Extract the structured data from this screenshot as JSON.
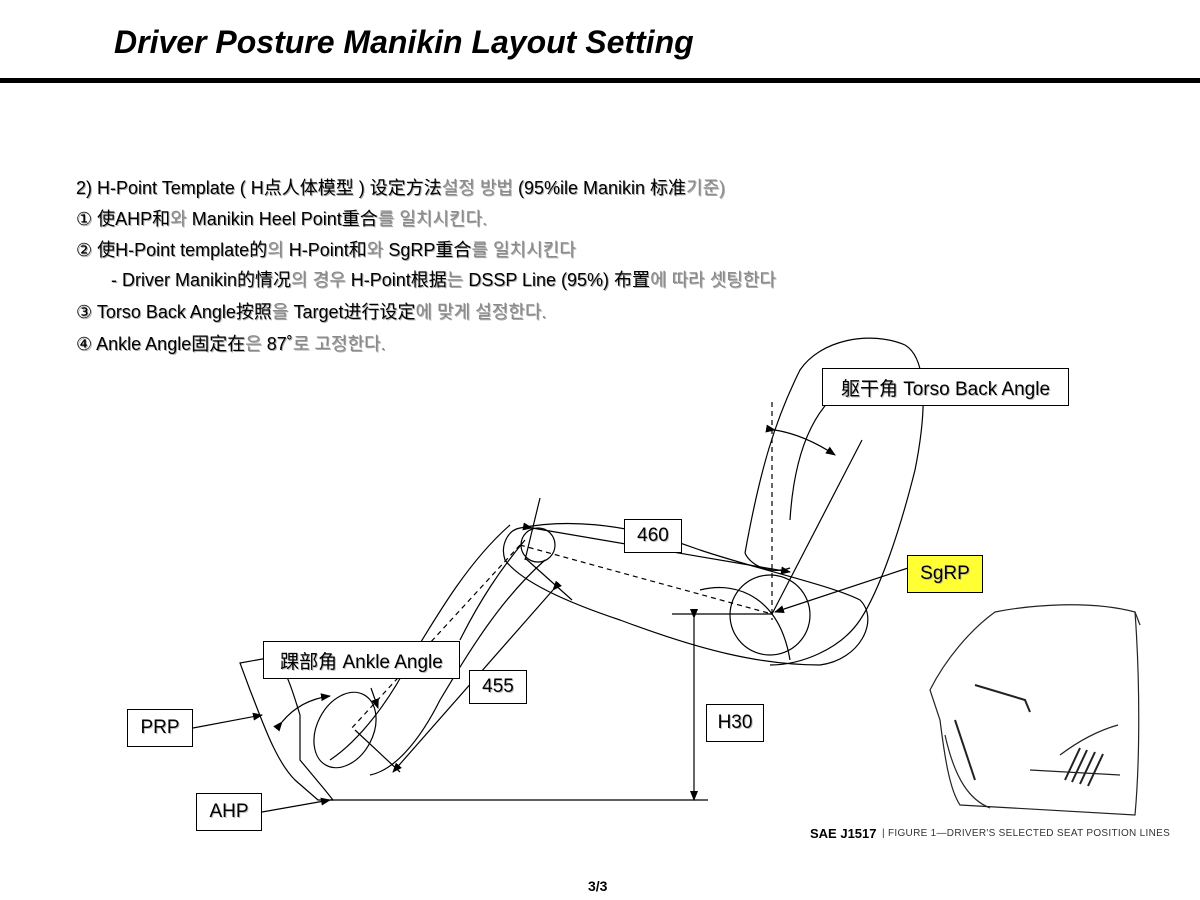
{
  "header": {
    "title": "Driver Posture Manikin Layout Setting"
  },
  "instructions": {
    "line1": {
      "a": "2) H-Point Template ( H点人体模型 )  设定方法",
      "b": "설정 방법",
      "c": " (95%ile Manikin 标准",
      "d": "기준)"
    },
    "line2": {
      "a": " ① 使AHP和",
      "b": "와",
      "c": " Manikin Heel Point重合",
      "d": "를 일치시킨다."
    },
    "line3": {
      "a": " ② 使H-Point template的",
      "b": "의",
      "c": " H-Point和",
      "d": "와",
      "e": "  SgRP重合",
      "f": "를 일치시킨다"
    },
    "line4": {
      "a": "       - Driver Manikin的情况",
      "b": "의 경우",
      "c": " H-Point根据",
      "d": "는",
      "e": " DSSP Line (95%) 布置",
      "f": "에 따라 셋팅한다"
    },
    "line5": {
      "a": " ③ Torso Back Angle按照",
      "b": "을",
      "c": " Target进行设定",
      "d": "에 맞게 설정한다."
    },
    "line6": {
      "a": " ④ Ankle Angle固定在",
      "b": "은",
      "c": " 87˚",
      "d": "로 고정한다."
    }
  },
  "labels": {
    "torso": "躯干角 Torso Back Angle",
    "dim460": "460",
    "sgrp": "SgRP",
    "ankle": "踝部角 Ankle Angle",
    "dim455": "455",
    "h30": "H30",
    "prp": "PRP",
    "ahp": "AHP"
  },
  "caption": {
    "bold": "SAE J1517",
    "figure": "| FIGURE 1—DRIVER'S SELECTED SEAT POSITION LINES"
  },
  "page": "3/3",
  "colors": {
    "highlight": "#ffff33"
  }
}
